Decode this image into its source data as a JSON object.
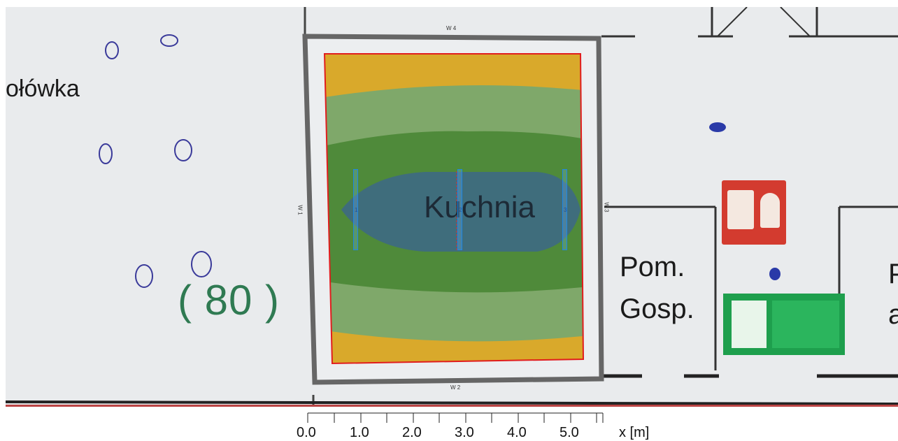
{
  "plan": {
    "labels": {
      "olowka": "ołówka",
      "number_80": "( 80 )",
      "kuchnia": "Kuchnia",
      "pom": "Pom.",
      "gosp": "Gosp.",
      "right_p": "P",
      "right_a": "a"
    },
    "walls": {
      "w1": "W 1",
      "w2": "W 2",
      "w3": "W 3",
      "w4": "W 4"
    },
    "luminaires": [
      {
        "id": "1"
      },
      {
        "id": "2"
      },
      {
        "id": "3"
      }
    ],
    "signs": {
      "fire_sign": "fire-alarm-sign",
      "exit_sign": "emergency-exit-sign"
    }
  },
  "scale_bar": {
    "ticks": [
      "0.0",
      "1.0",
      "2.0",
      "3.0",
      "4.0",
      "5.0"
    ],
    "unit_label": "x [m]"
  },
  "colors": {
    "contour_orange": "#d9a92b",
    "contour_light_green": "#7fa86a",
    "contour_green": "#4f8a3a",
    "contour_blue": "#3f6d7c",
    "room_outline": "#e11d1d",
    "wall_outline": "#555555",
    "luminaire": "#1e88e5"
  }
}
